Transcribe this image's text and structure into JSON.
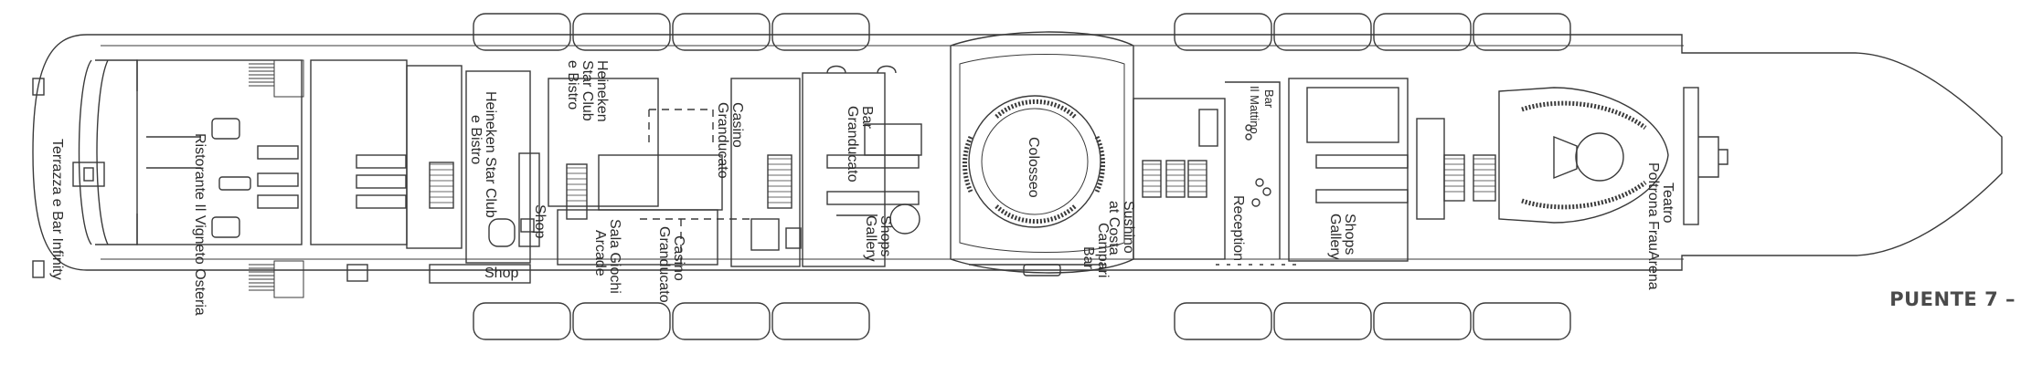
{
  "deck": {
    "label": "PUENTE 7 –"
  },
  "venues": {
    "terrazza": "Terrazza e Bar Infinity",
    "ristorante": "Ristorante Il Vigneto Osteria",
    "heineken1_a": "Heineken Star Club",
    "heineken1_b": "e Bistro",
    "heineken2_a": "Heineken",
    "heineken2_b": "Star Club",
    "heineken2_c": "e Bistro",
    "casino_top_a": "Casino",
    "casino_top_b": "Granducato",
    "bar_granducato_a": "Bar",
    "bar_granducato_b": "Granducato",
    "shop_vertical": "Shop",
    "shop": "Shop",
    "sala_giochi_a": "Sala Giochi",
    "sala_giochi_b": "Arcade",
    "casino_bot_a": "Casino",
    "casino_bot_b": "Granducato",
    "shops_gallery_1a": "Shops",
    "shops_gallery_1b": "Gallery",
    "colosseo": "Colosseo",
    "bar_campari_a": "Campari",
    "bar_campari_b": "Bar",
    "sushino_a": "Sushino",
    "sushino_b": "at Costa",
    "bar_matino_a": "Bar",
    "bar_matino_b": "Il Mattino",
    "reception": "Reception",
    "shops_gallery_2a": "Shops",
    "shops_gallery_2b": "Gallery",
    "teatro_a": "Teatro",
    "teatro_b": "Poltrona FrauArena"
  }
}
